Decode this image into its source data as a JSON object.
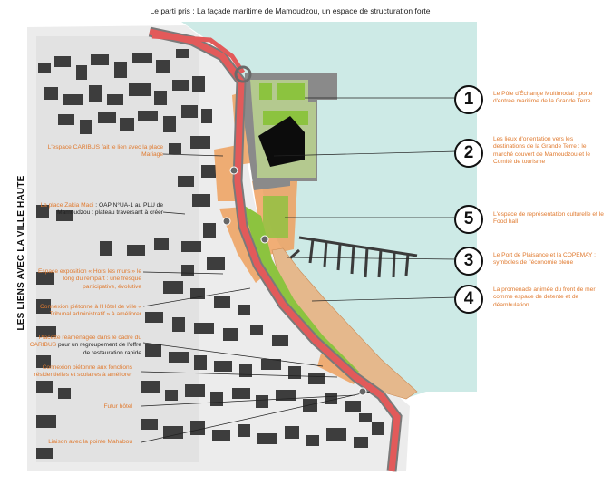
{
  "title": "Le parti pris : La façade maritime de Mamoudzou, un espace de structuration forte",
  "side_label": "LES LIENS AVEC LA VILLE HAUTE",
  "colors": {
    "water": "#cdeae6",
    "accent": "#e07a2f",
    "road": "#e25a5a",
    "green": "#8cc33f",
    "building": "#3d3d3d",
    "land": "#ececec",
    "promenade": "#e5b88c"
  },
  "left_annotations": [
    {
      "highlight": "L'espace CARIBUS fait le lien avec la place Mariage",
      "text": ""
    },
    {
      "highlight": "La place Zakia Madi",
      "text": " : OAP N°UA-1 au PLU de Mamoudzou : plateau traversant à créer"
    },
    {
      "highlight": "Espace exposition « Hors les murs » le long du rempart : une fresque participative, évolutive",
      "text": ""
    },
    {
      "highlight": "Connexion piétonne à l'Hôtel de ville « Tribunal administratif » à améliorer",
      "text": ""
    },
    {
      "highlight": "Placette réaménagée dans le cadre du CARIBUS",
      "text": " pour un regroupement de l'offre de restauration rapide"
    },
    {
      "highlight": "Connexion piétonne aux fonctions résidentielles et scolaires à améliorer",
      "text": ""
    },
    {
      "highlight": "Futur hôtel",
      "text": ""
    },
    {
      "highlight": "Liaison avec la pointe Mahabou",
      "text": ""
    }
  ],
  "callouts": [
    {
      "number": "1",
      "text": "Le Pôle d'Échange Multimodal : porte d'entrée maritime de la Grande Terre"
    },
    {
      "number": "2",
      "text": "Les lieux d'orientation vers les destinations de la Grande Terre : le marché couvert de Mamoudzou et le Comité de tourisme"
    },
    {
      "number": "5",
      "text": "L'espace de représentation culturelle et le Food hall"
    },
    {
      "number": "3",
      "text": "Le Port de Plaisance et la COPEMAY : symboles de l'économie bleue"
    },
    {
      "number": "4",
      "text": "La promenade animée du front de mer comme espace de détente et de déambulation"
    }
  ]
}
